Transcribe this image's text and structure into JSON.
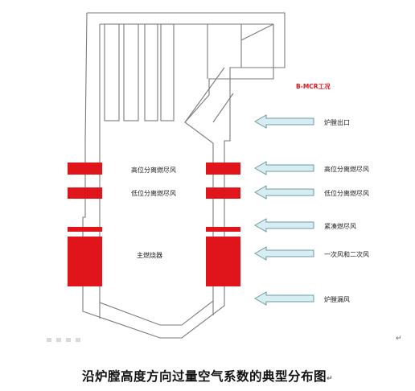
{
  "condition_label": "B-MCR工况",
  "burner_labels": {
    "upper_ofa": "高位分离燃尽风",
    "lower_ofa": "低位分离燃尽风",
    "main_burner": "主燃烧器"
  },
  "air_inflows": [
    {
      "label": "炉膛出口"
    },
    {
      "label": "高位分离燃尽风"
    },
    {
      "label": "低位分离燃尽风"
    },
    {
      "label": "紧凑燃尽风"
    },
    {
      "label": "一次风和二次风"
    },
    {
      "label": "炉膛漏风"
    }
  ],
  "caption": "沿炉膛高度方向过量空气系数的典型分布图",
  "paragraph_mark": "↵",
  "colors": {
    "burner_red": "#e0141b",
    "arrow_fill": "#d6eef2",
    "arrow_stroke": "#6f9aa5",
    "outline": "#7a7a7a"
  }
}
